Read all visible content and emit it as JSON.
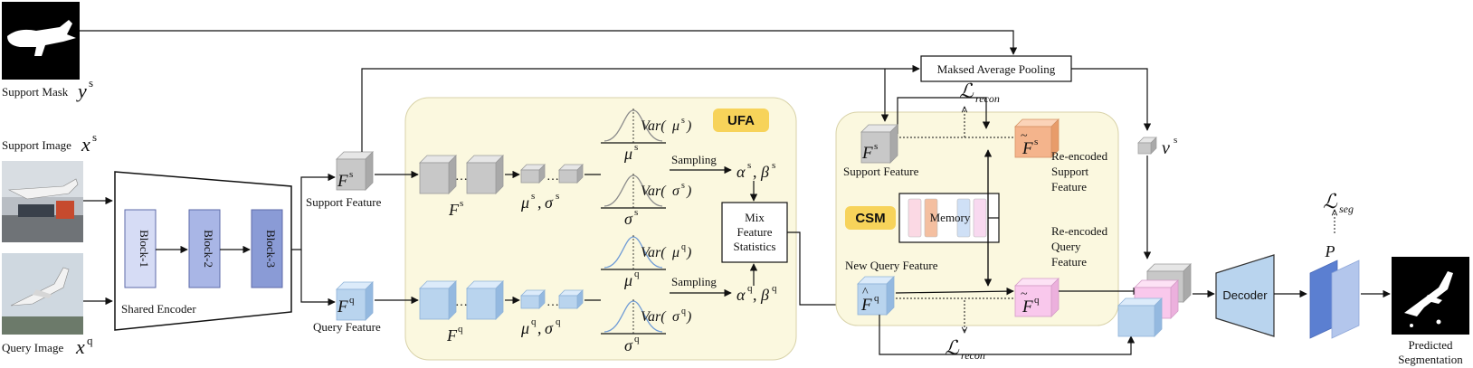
{
  "support_mask_label": "Support Mask",
  "support_mask_symbol": "y",
  "support_image_label": "Support Image",
  "support_image_symbol": "x",
  "query_image_label": "Query Image",
  "query_image_symbol": "x",
  "sup_s": "s",
  "sup_q": "q",
  "shared_encoder_label": "Shared Encoder",
  "blocks": [
    "Block-1",
    "Block-2",
    "Block-3"
  ],
  "support_feature_label": "Support Feature",
  "query_feature_label": "Query Feature",
  "feature_symbol": "F",
  "mu_symbol": "μ",
  "sigma_symbol": "σ",
  "var_prefix": "Var(",
  "close_paren": ")",
  "alpha_symbol": "α",
  "beta_symbol": "β",
  "ufa_label": "UFA",
  "sampling_label": "Sampling",
  "mix_lines": [
    "Mix",
    "Feature",
    "Statistics"
  ],
  "map_label": "Maksed Average Pooling",
  "loss_symbol": "ℒ",
  "recon_sub": "recon",
  "seg_sub": "seg",
  "csm_label": "CSM",
  "memory_label": "Memory",
  "reencoded_support_lines": [
    "Re-encoded",
    "Support",
    "Feature"
  ],
  "reencoded_query_lines": [
    "Re-encoded",
    "Query",
    "Feature"
  ],
  "new_query_feature_label": "New Query Feature",
  "prototype_symbol": "v",
  "decoder_label": "Decoder",
  "p_symbol": "P",
  "predicted_lines": [
    "Predicted",
    "Segmentation"
  ],
  "colors": {
    "support_cube": "#c8c8c8",
    "query_cube": "#b9d4ee",
    "panel_bg": "#fbf8df",
    "badge": "#f7d35a",
    "block_light": "#d6dcf5",
    "block_dark": "#8a9bd6",
    "reenc_support": "#f4b48c",
    "reenc_query": "#f9c8ec",
    "decoder": "#b9d4ee",
    "pred_dark": "#5b7fd1",
    "pred_light": "#b3c6ec"
  }
}
